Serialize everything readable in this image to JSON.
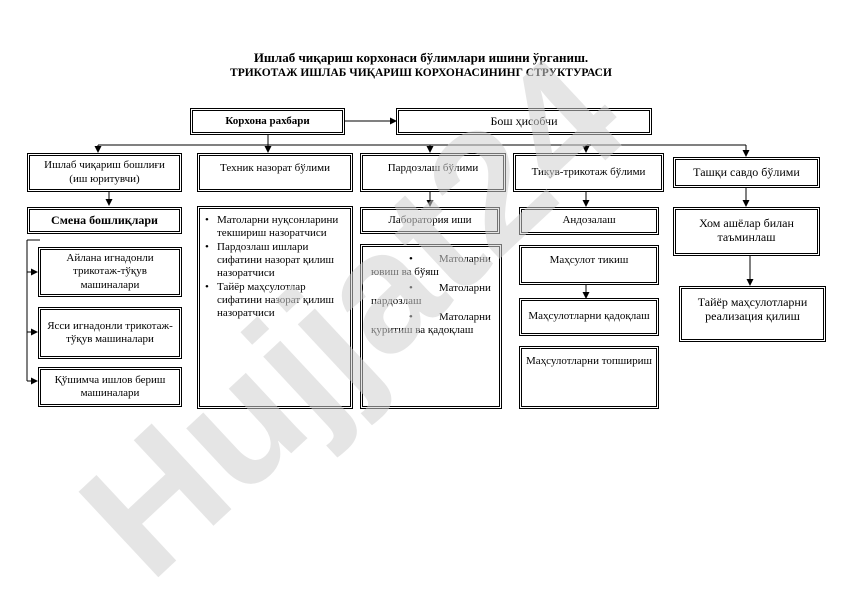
{
  "title_line1": "Ишлаб чиқариш корхонаси бўлимлари ишини ўрганиш.",
  "title_line2": "ТРИКОТАЖ ИШЛАБ ЧИҚАРИШ КОРХОНАСИНИНГ СТРУКТУРАСИ",
  "head": "Корхона рахбари",
  "accountant": "Бош ҳисобчи",
  "departments": {
    "production": "Ишлаб чиқариш бошлиғи (иш юритувчи)",
    "tech": "Техник назорат бўлими",
    "finishing": "Пардозлаш бўлими",
    "sewing": "Тикув-трикотаж бўлими",
    "sales": "Ташқи савдо бўлими"
  },
  "production": {
    "shift": "Смена бошлиқлари",
    "items": [
      "Айлана игнадонли трикотаж-тўқув машиналари",
      "Ясси игнадонли трикотаж-тўқув машиналари",
      "Қўшимча ишлов бериш машиналари"
    ]
  },
  "tech_items": [
    "Матоларни нуқсонларини текшириш назоратчиси",
    "Пардозлаш ишлари сифатини назорат қилиш назоратчиси",
    "Тайёр маҳсулотлар сифатини назорат қилиш назоратчиси"
  ],
  "finishing": {
    "lab": "Лаборатория иши",
    "items": [
      {
        "lead": "Матоларни",
        "rest": "ювиш ва бўяш"
      },
      {
        "lead": "Матоларни",
        "rest": "пардозлаш"
      },
      {
        "lead": "Матоларни",
        "rest": "қуритиш ва қадоқлаш"
      }
    ]
  },
  "sewing_items": [
    "Андозалаш",
    "Маҳсулот тикиш",
    "Маҳсулотларни қадоқлаш",
    "Маҳсулотларни топшириш"
  ],
  "sales_items": [
    "Хом ашёлар билан таъминлаш",
    "Тайёр маҳсулотларни реализация қилиш"
  ],
  "watermark": "Hujjat24",
  "colors": {
    "watermark": "#cfcfcf",
    "watermark_accent": "#d9ccee"
  }
}
